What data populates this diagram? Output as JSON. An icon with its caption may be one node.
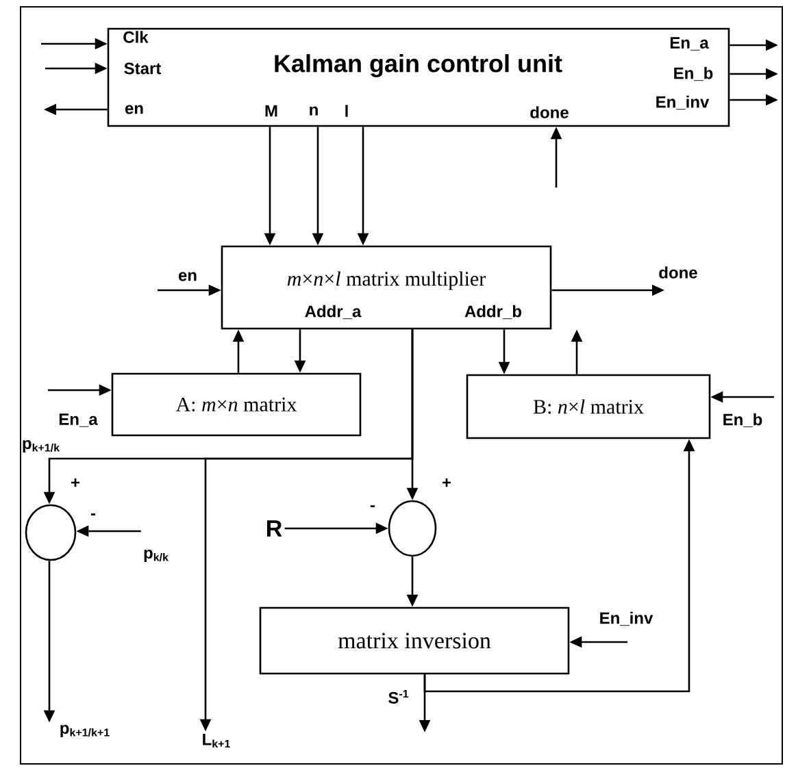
{
  "diagram": {
    "nodes": [
      {
        "text": [
          "Kalman gain control unit",
          "Clk",
          "Start",
          "en",
          "M",
          "n",
          "l",
          "done",
          "En_a",
          "En_b",
          "En_inv"
        ]
      },
      {
        "text": [
          "*m*×*n*×*l* matrix multiplier",
          "Addr_a",
          "Addr_b"
        ]
      },
      {
        "text": [
          "A: *m*×*n* matrix"
        ]
      },
      {
        "text": [
          "B: *n*×*l* matrix"
        ]
      },
      {
        "text": [],
        "shape": "circle"
      },
      {
        "text": [],
        "shape": "circle"
      },
      {
        "text": [
          "matrix inversion"
        ]
      },
      {
        "text": [
          "R"
        ]
      },
      {
        "text": [
          "p$_{k/k}$"
        ]
      },
      {
        "text": [
          "p$_{k+1/k+1}$"
        ]
      },
      {
        "text": [
          "L$_{k+1}$"
        ]
      }
    ],
    "edges": [
      {
        "from": null,
        "to": 0,
        "arrow": "to"
      },
      {
        "from": null,
        "to": 0,
        "arrow": "to"
      },
      {
        "from": 0,
        "to": null,
        "arrow": "to"
      },
      {
        "from": 0,
        "to": null,
        "arrow": "to"
      },
      {
        "from": 0,
        "to": null,
        "arrow": "to"
      },
      {
        "from": 0,
        "to": null,
        "arrow": "to"
      },
      {
        "from": 0,
        "to": 1,
        "arrow": "to"
      },
      {
        "from": 0,
        "to": 1,
        "arrow": "to"
      },
      {
        "from": 0,
        "to": 1,
        "arrow": "to"
      },
      {
        "from": null,
        "to": 0,
        "arrow": "to"
      },
      {
        "from": null,
        "to": 1,
        "arrow": "to",
        "label": "en"
      },
      {
        "from": 1,
        "to": null,
        "arrow": "to",
        "label": "done"
      },
      {
        "from": 2,
        "to": 1,
        "arrow": "to"
      },
      {
        "from": 1,
        "to": 2,
        "arrow": "to"
      },
      {
        "from": 1,
        "to": 3,
        "arrow": "to"
      },
      {
        "from": 3,
        "to": 1,
        "arrow": "to"
      },
      {
        "from": null,
        "to": 2,
        "arrow": "to",
        "label": "En_a"
      },
      {
        "from": null,
        "to": 3,
        "arrow": "to",
        "label": "En_b"
      },
      {
        "from": 1,
        "to": 4,
        "arrow": "to"
      },
      {
        "from": 1,
        "to": 10,
        "arrow": "to"
      },
      {
        "from": 1,
        "to": 5,
        "arrow": "to"
      },
      {
        "from": 8,
        "to": 4,
        "arrow": "to"
      },
      {
        "from": 4,
        "to": 9,
        "arrow": "to"
      },
      {
        "from": 7,
        "to": 5,
        "arrow": "to"
      },
      {
        "from": 5,
        "to": 6,
        "arrow": "to"
      },
      {
        "from": null,
        "to": 6,
        "arrow": "to",
        "label": "En_inv"
      },
      {
        "from": 6,
        "to": null,
        "arrow": "to",
        "label": "S$^{-1}$"
      },
      {
        "from": 6,
        "to": 3,
        "arrow": "to"
      }
    ],
    "labels": [
      "p$_{k+1/k}$",
      "+",
      "+",
      "-",
      "-"
    ]
  }
}
